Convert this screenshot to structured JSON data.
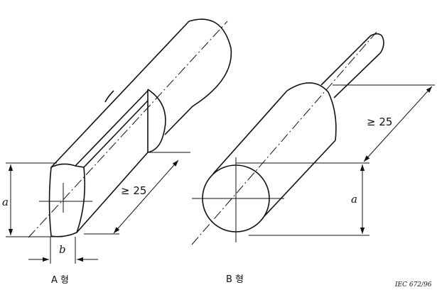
{
  "figure": {
    "type_a": {
      "caption": "A 형",
      "dim_height": "a",
      "dim_width": "b",
      "dim_length": "≥ 25"
    },
    "type_b": {
      "caption": "B 형",
      "dim_height": "a",
      "dim_length": "≥ 25"
    },
    "reference": "IEC 672/96"
  }
}
